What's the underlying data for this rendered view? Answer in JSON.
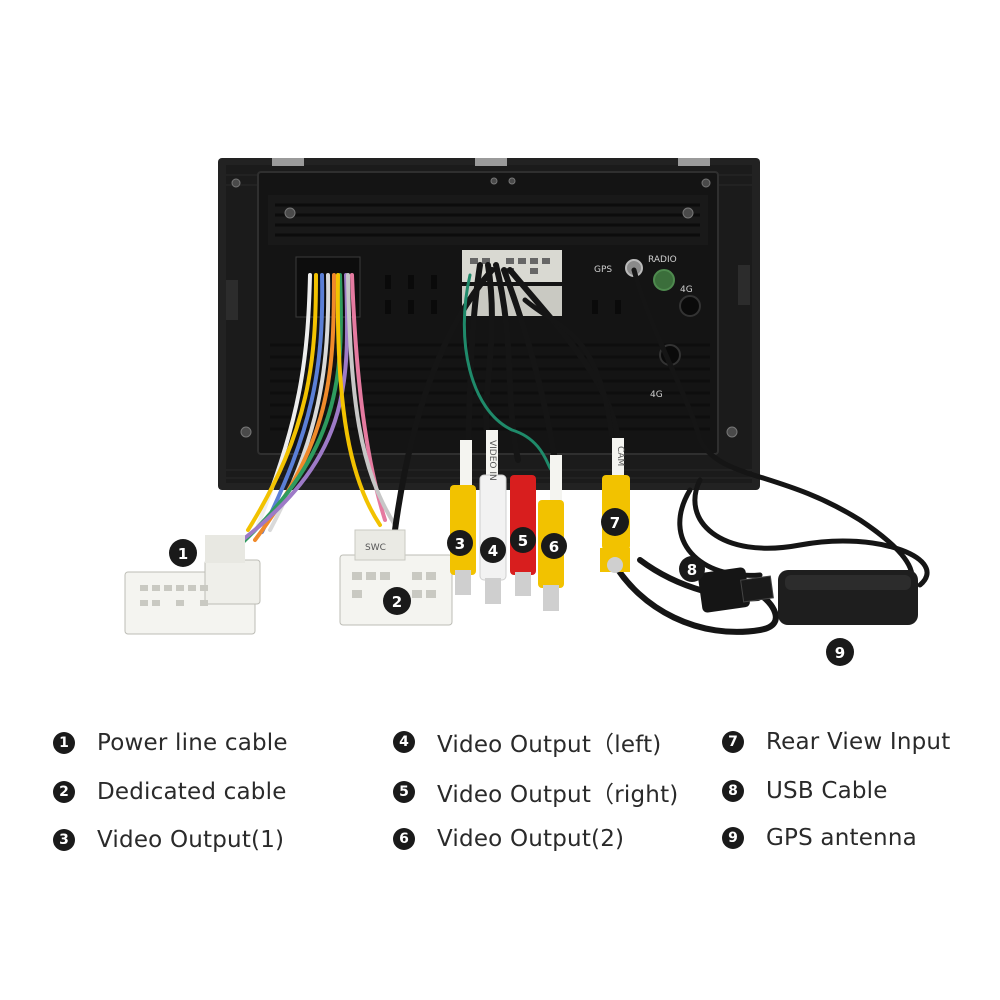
{
  "unit_labels": {
    "gps": "GPS",
    "radio": "RADIO",
    "port_4g_top": "4G",
    "port_4g_bottom": "4G"
  },
  "cable_tags": {
    "video_in": "VIDEO IN",
    "cam": "CAM",
    "swc": "SWC"
  },
  "markers": [
    "1",
    "2",
    "3",
    "4",
    "5",
    "6",
    "7",
    "8",
    "9"
  ],
  "legend": [
    {
      "num": "1",
      "label": "Power line cable"
    },
    {
      "num": "2",
      "label": "Dedicated cable"
    },
    {
      "num": "3",
      "label": "Video Output(1)"
    },
    {
      "num": "4",
      "label": "Video Output（left)"
    },
    {
      "num": "5",
      "label": "Video Output（right)"
    },
    {
      "num": "6",
      "label": "Video Output(2)"
    },
    {
      "num": "7",
      "label": "Rear View Input"
    },
    {
      "num": "8",
      "label": "USB Cable"
    },
    {
      "num": "9",
      "label": "GPS antenna"
    }
  ],
  "colors": {
    "panel": "#1c1c1c",
    "rca_yellow": "#f2c200",
    "rca_red": "#d81e1e",
    "rca_white": "#f2f2f2",
    "connector": "#f4f4f0",
    "cable_black": "#151515",
    "badge": "#1a1a1a"
  }
}
